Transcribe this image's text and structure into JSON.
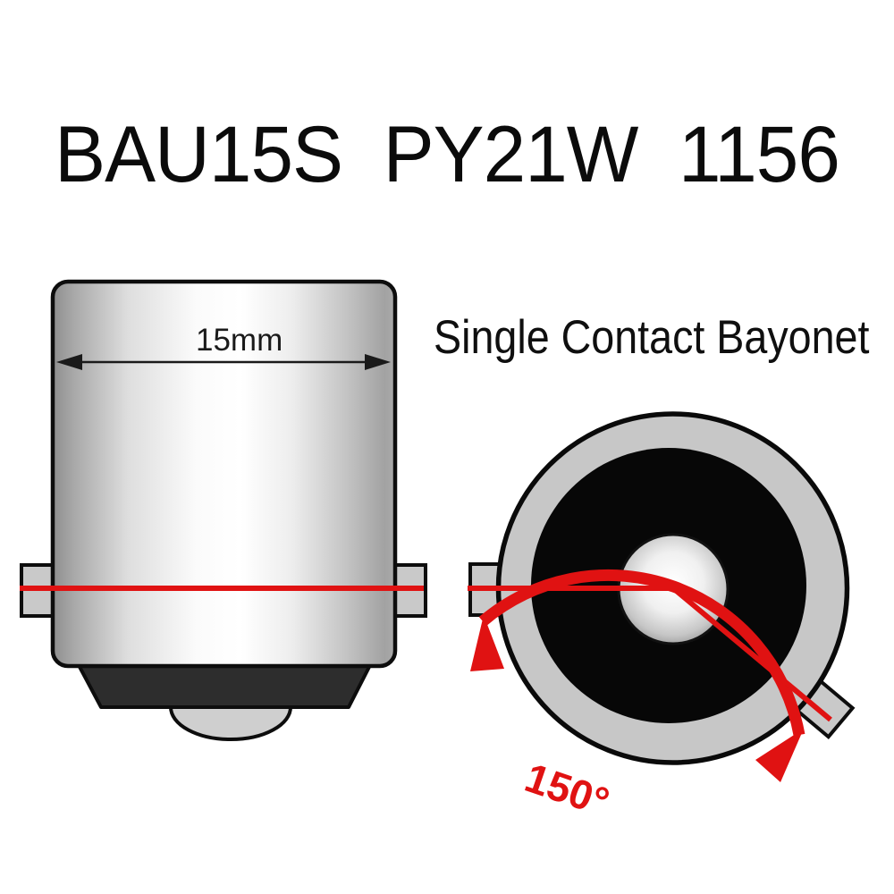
{
  "title": {
    "text": "BAU15S  PY21W  1156"
  },
  "side_view": {
    "description": "bulb base side view",
    "dimension_label": "15mm"
  },
  "front_view": {
    "description": "bulb base bottom view",
    "label": "Single Contact Bayonet",
    "angle_label": "150°"
  },
  "colors": {
    "background": "#ffffff",
    "accent_red": "#e01212",
    "outline_black": "#0d0d0d",
    "metal_gray": "#c7c7c7",
    "pin_gray": "#c9c9c9",
    "insulator_dark": "#2d2d2d",
    "black_face": "#070707"
  }
}
